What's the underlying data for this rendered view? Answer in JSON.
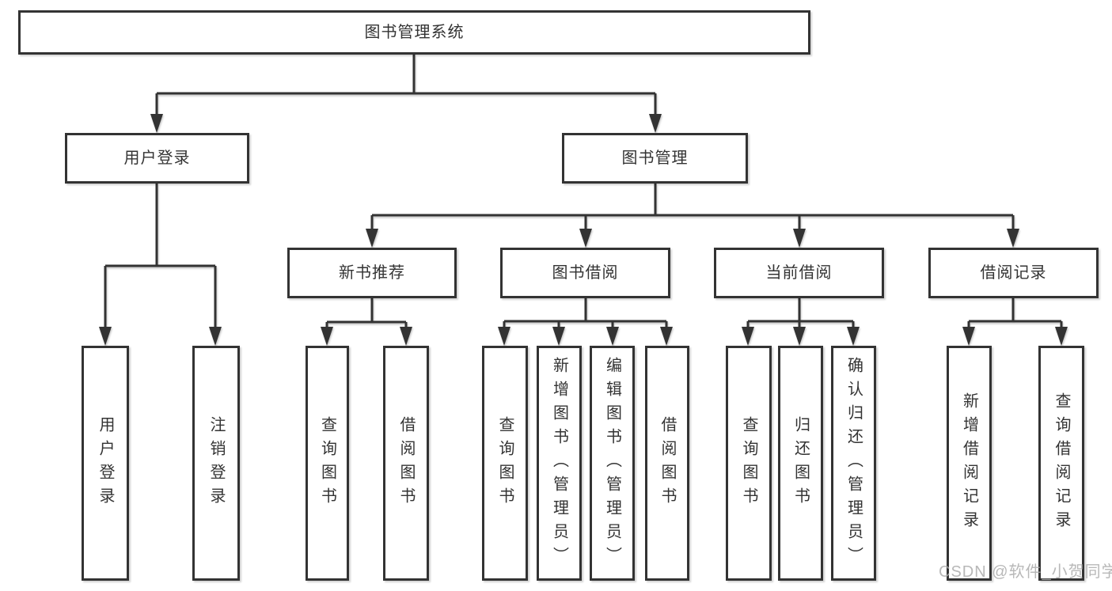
{
  "diagram": {
    "title": "图书管理系统",
    "tree": {
      "root": {
        "label": "图书管理系统",
        "children": [
          {
            "label": "用户登录",
            "children": [
              {
                "label": "用户登录"
              },
              {
                "label": "注销登录"
              }
            ]
          },
          {
            "label": "图书管理",
            "children": [
              {
                "label": "新书推荐",
                "children": [
                  {
                    "label": "查询图书"
                  },
                  {
                    "label": "借阅图书"
                  }
                ]
              },
              {
                "label": "图书借阅",
                "children": [
                  {
                    "label": "查询图书"
                  },
                  {
                    "label": "新增图书（管理员）"
                  },
                  {
                    "label": "编辑图书（管理员）"
                  },
                  {
                    "label": "借阅图书"
                  }
                ]
              },
              {
                "label": "当前借阅",
                "children": [
                  {
                    "label": "查询图书"
                  },
                  {
                    "label": "归还图书"
                  },
                  {
                    "label": "确认归还（管理员）"
                  }
                ]
              },
              {
                "label": "借阅记录",
                "children": [
                  {
                    "label": "新增借阅记录"
                  },
                  {
                    "label": "查询借阅记录"
                  }
                ]
              }
            ]
          }
        ]
      }
    },
    "colors": {
      "line": "#333333",
      "text": "#333333",
      "box_background": "#ffffff",
      "page_background": "#ffffff",
      "watermark": "#acacac"
    }
  },
  "watermark": "CSDN @软件_小贺同学"
}
